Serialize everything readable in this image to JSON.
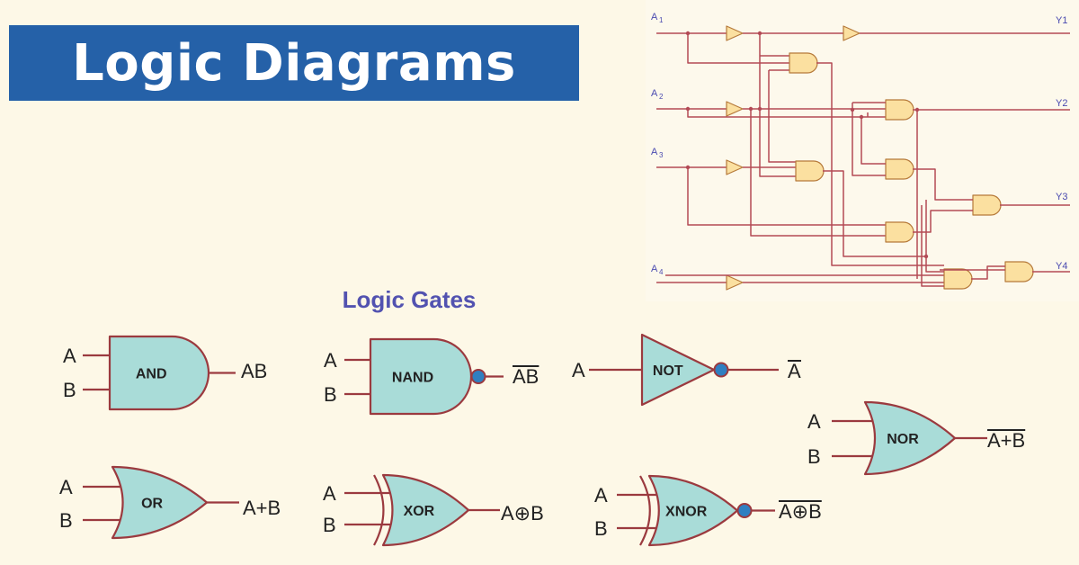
{
  "title": "Logic Diagrams",
  "section_title": "Logic Gates",
  "colors": {
    "banner": "#2561a8",
    "background": "#fdf8e7",
    "wire": "#a8353d",
    "gate_fill": "#a9dcd8",
    "gate_stroke": "#9b3a3f",
    "bubble": "#2f7fc1",
    "section_title": "#5252b0",
    "circuit_gate": "#fbe0a0",
    "circuit_text": "#4a4ab0"
  },
  "gates": [
    {
      "name": "AND",
      "inputs": [
        "A",
        "B"
      ],
      "output": "AB",
      "shape": "and",
      "bubble": false,
      "overline": false
    },
    {
      "name": "NAND",
      "inputs": [
        "A",
        "B"
      ],
      "output": "AB",
      "shape": "and",
      "bubble": true,
      "overline": true
    },
    {
      "name": "NOT",
      "inputs": [
        "A"
      ],
      "output": "A",
      "shape": "not",
      "bubble": true,
      "overline": true
    },
    {
      "name": "NOR",
      "inputs": [
        "A",
        "B"
      ],
      "output": "A+B",
      "shape": "or",
      "bubble": false,
      "overline": true
    },
    {
      "name": "OR",
      "inputs": [
        "A",
        "B"
      ],
      "output": "A+B",
      "shape": "or",
      "bubble": false,
      "overline": false
    },
    {
      "name": "XOR",
      "inputs": [
        "A",
        "B"
      ],
      "output": "A⊕B",
      "shape": "xor",
      "bubble": false,
      "overline": false
    },
    {
      "name": "XNOR",
      "inputs": [
        "A",
        "B"
      ],
      "output": "A⊕B",
      "shape": "xor",
      "bubble": true,
      "overline": true
    }
  ],
  "circuit": {
    "inputs": [
      {
        "label": "A",
        "sub": "1"
      },
      {
        "label": "A",
        "sub": "2"
      },
      {
        "label": "A",
        "sub": "3"
      },
      {
        "label": "A",
        "sub": "4"
      }
    ],
    "outputs": [
      "Y1",
      "Y2",
      "Y3",
      "Y4"
    ]
  }
}
